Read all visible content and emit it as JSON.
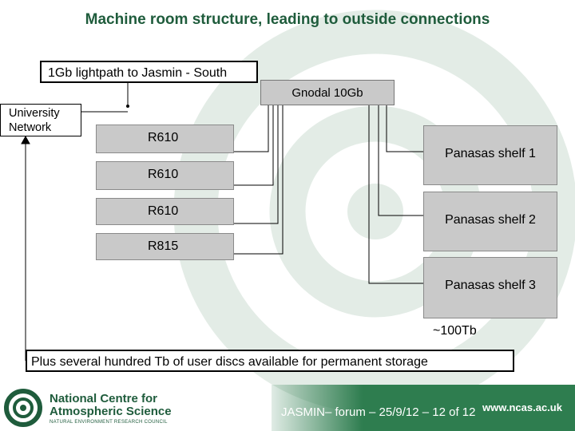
{
  "title": "Machine room structure, leading to outside connections",
  "lightpath_label": "1Gb lightpath to Jasmin - South",
  "gnodal_label": "Gnodal 10Gb",
  "university_label": "University Network",
  "servers": [
    "R610",
    "R610",
    "R610",
    "R815"
  ],
  "shelves": [
    "Panasas shelf 1",
    "Panasas shelf 2",
    "Panasas shelf 3"
  ],
  "capacity_label": "~100Tb",
  "storage_note": "Plus several hundred Tb of user discs available for permanent storage",
  "footer": {
    "org_line1": "National Centre for",
    "org_line2": "Atmospheric Science",
    "org_line3": "NATURAL ENVIRONMENT RESEARCH COUNCIL",
    "slide_caption": "JASMIN– forum – 25/9/12 – 12 of 12",
    "url": "www.ncas.ac.uk"
  },
  "colors": {
    "title": "#1f5c3c",
    "box_grey": "#c9c9c9",
    "footer_green": "#2e7d4f"
  }
}
